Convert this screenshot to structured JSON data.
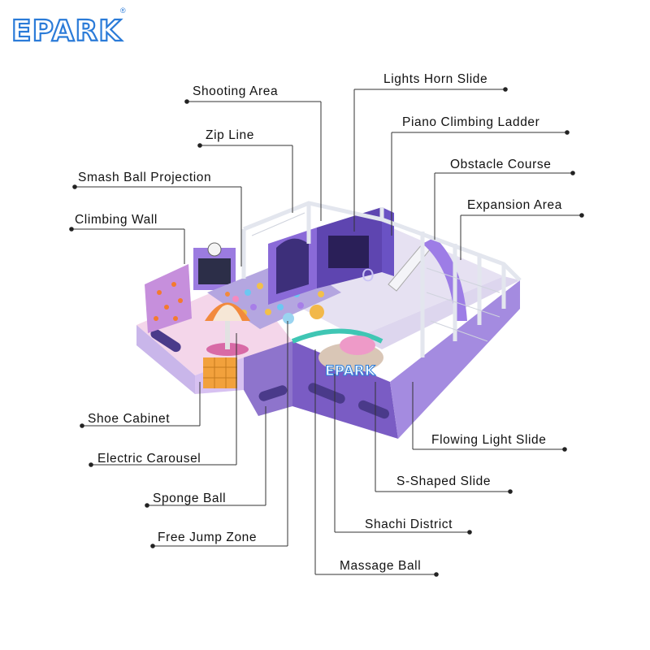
{
  "brand": {
    "name": "EPARK",
    "registered": "®",
    "color": "#2b7bd8"
  },
  "playground_sign": "EPARK",
  "labels": {
    "shooting_area": "Shooting Area",
    "zip_line": "Zip Line",
    "smash_ball_projection": "Smash Ball Projection",
    "climbing_wall": "Climbing Wall",
    "lights_horn_slide": "Lights Horn Slide",
    "piano_climbing_ladder": "Piano Climbing Ladder",
    "obstacle_course": "Obstacle Course",
    "expansion_area": "Expansion Area",
    "shoe_cabinet": "Shoe Cabinet",
    "electric_carousel": "Electric Carousel",
    "sponge_ball": "Sponge Ball",
    "free_jump_zone": "Free Jump Zone",
    "massage_ball": "Massage Ball",
    "shachi_district": "Shachi District",
    "s_shaped_slide": "S-Shaped Slide",
    "flowing_light_slide": "Flowing Light Slide"
  },
  "colors": {
    "purple": "#6b4fb8",
    "lavender": "#b9a6e8",
    "pink": "#f08cc6",
    "teal": "#3fc6b4",
    "orange": "#f28a3c",
    "frame": "#e9ecf2"
  }
}
